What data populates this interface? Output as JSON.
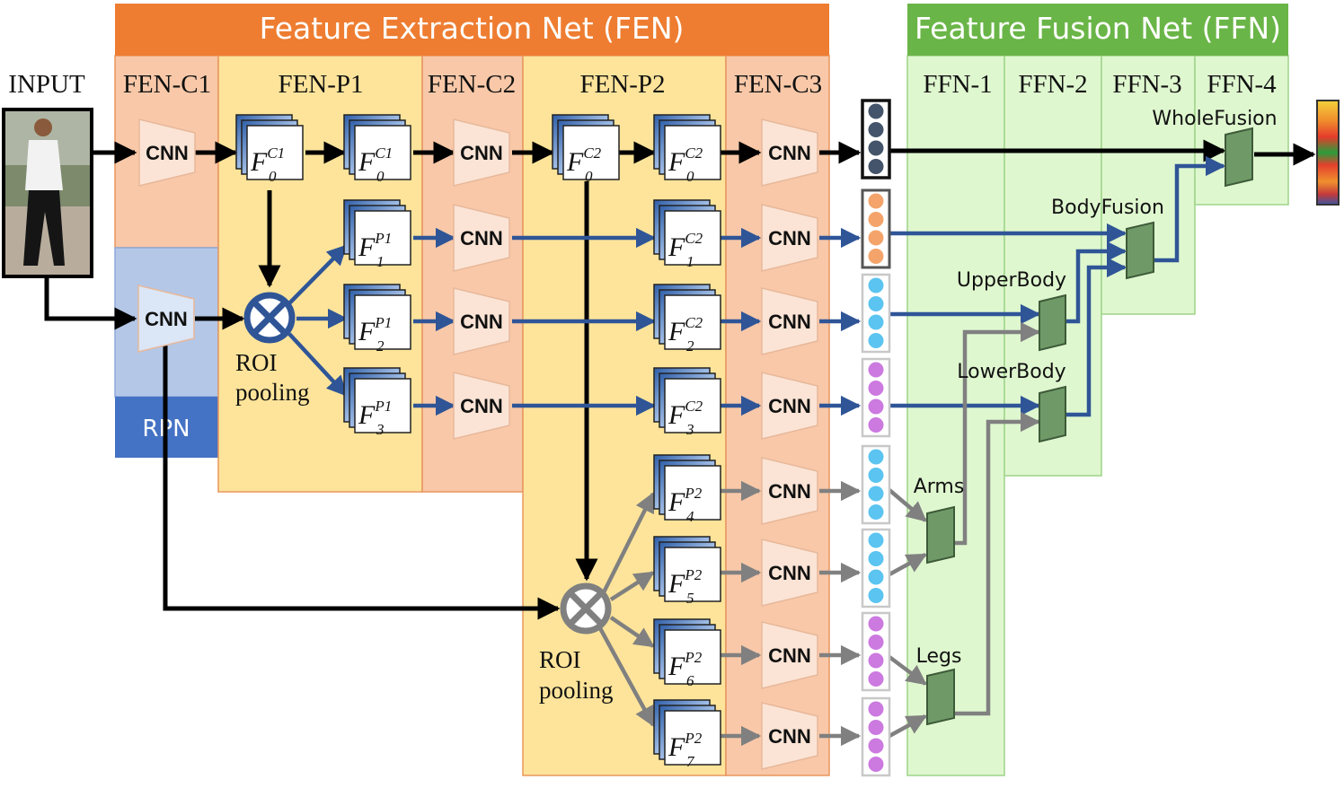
{
  "fen": {
    "title": "Feature Extraction Net (FEN)",
    "color": "#ee7d31"
  },
  "ffn": {
    "title": "Feature Fusion Net (FFN)",
    "color": "#6ab547"
  },
  "input_label": "INPUT",
  "columns": {
    "fen_c1": "FEN-C1",
    "fen_p1": "FEN-P1",
    "fen_c2": "FEN-C2",
    "fen_p2": "FEN-P2",
    "fen_c3": "FEN-C3",
    "ffn_1": "FFN-1",
    "ffn_2": "FFN-2",
    "ffn_3": "FFN-3",
    "ffn_4": "FFN-4"
  },
  "cnn_label": "CNN",
  "rpn_label": "RPN",
  "roi_pooling": [
    "ROI",
    "pooling"
  ],
  "feature_maps": {
    "script": "F",
    "c1_0": {
      "sup": "C1",
      "sub": "0"
    },
    "p1": [
      {
        "sup": "P1",
        "sub": "1"
      },
      {
        "sup": "P1",
        "sub": "2"
      },
      {
        "sup": "P1",
        "sub": "3"
      }
    ],
    "c2": [
      {
        "sup": "C2",
        "sub": "0"
      },
      {
        "sup": "C2",
        "sub": "1"
      },
      {
        "sup": "C2",
        "sub": "2"
      },
      {
        "sup": "C2",
        "sub": "3"
      }
    ],
    "p2": [
      {
        "sup": "P2",
        "sub": "4"
      },
      {
        "sup": "P2",
        "sub": "5"
      },
      {
        "sup": "P2",
        "sub": "6"
      },
      {
        "sup": "P2",
        "sub": "7"
      }
    ]
  },
  "fusion_nodes": {
    "whole": "WholeFusion",
    "body": "BodyFusion",
    "upper": "UpperBody",
    "lower": "LowerBody",
    "arms": "Arms",
    "legs": "Legs"
  },
  "colors": {
    "fen_c_bg": "#f8c8a8",
    "fen_p_bg": "#fde49a",
    "ffn_bg": "#dff7cf",
    "rpn_bg": "#b4c7e7",
    "rpn_label_bg": "#4472c4",
    "arrow_blue": "#2f5597",
    "arrow_gray": "#808080",
    "fusion_fill": "#6f9a68",
    "dot_dark": "#44546a",
    "dot_orange": "#f4a46b",
    "dot_blue": "#5bc4f0",
    "dot_violet": "#cc79e0"
  }
}
